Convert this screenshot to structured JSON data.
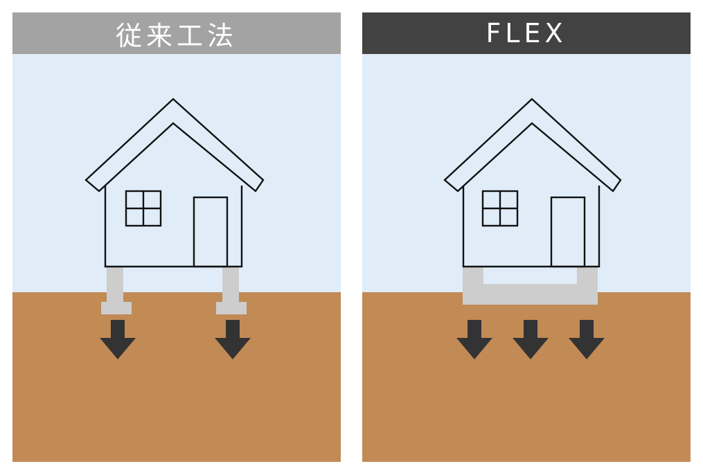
{
  "panels": [
    {
      "title": "従来工法",
      "header_color": "#a3a3a3",
      "arrows": 2
    },
    {
      "title": "FLEX",
      "header_color": "#424242",
      "arrows": 3
    }
  ],
  "colors": {
    "sky": "#e0edf9",
    "ground": "#c28a55",
    "foundation": "#cdcdcd",
    "arrow": "#333333",
    "outline": "#111111"
  }
}
